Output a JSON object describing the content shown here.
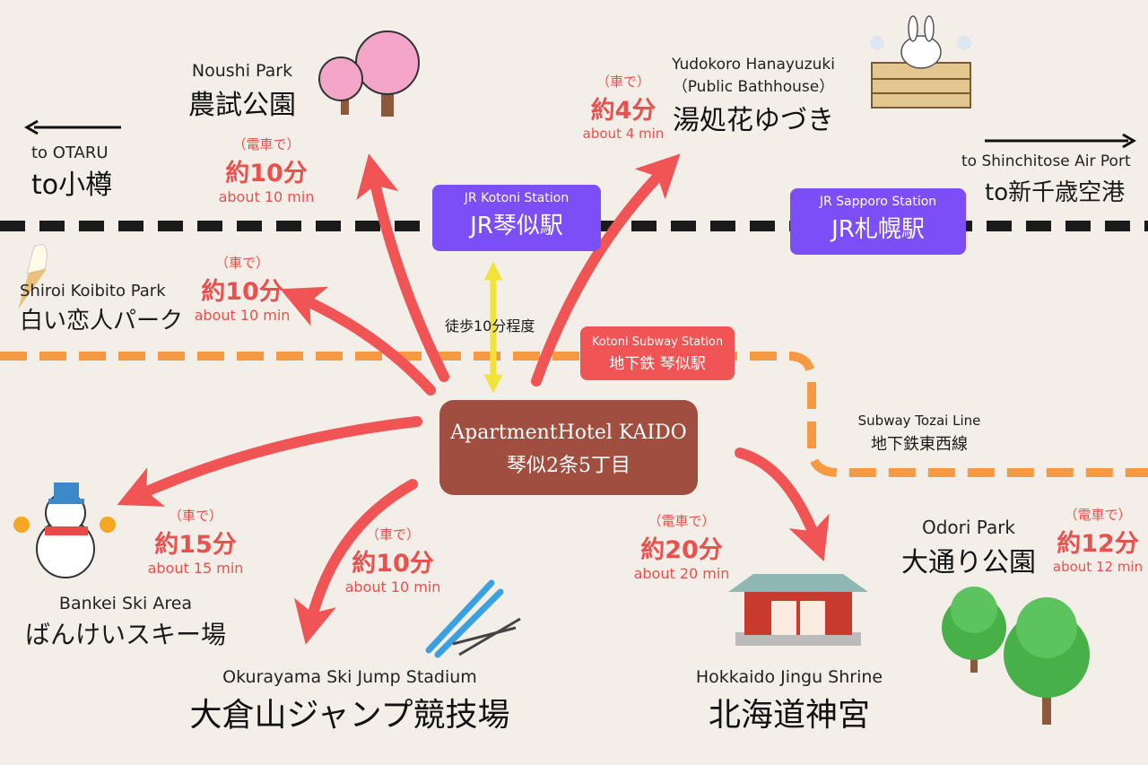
{
  "colors": {
    "background": "#f3efe8",
    "arrow": "#f05454",
    "jr_line": "#1a1a1a",
    "subway_line": "#f59a43",
    "station_badge": "#7b4ff5",
    "hotel_badge": "#a04e3f",
    "walk_arrow": "#f2e33a"
  },
  "hotel": {
    "name": "ApartmentHotel KAIDO",
    "address": "琴似2条5丁目"
  },
  "jr_kotoni": {
    "en": "JR Kotoni Station",
    "jp": "JR琴似駅"
  },
  "jr_sapporo": {
    "en": "JR Sapporo Station",
    "jp": "JR札幌駅"
  },
  "subway_kotoni": {
    "en": "Kotoni Subway Station",
    "jp": "地下鉄 琴似駅"
  },
  "walk_time": "徒歩10分程度",
  "tozai": {
    "en": "Subway Tozai Line",
    "jp": "地下鉄東西線"
  },
  "otaru": {
    "en": "to OTARU",
    "jp": "to小樽"
  },
  "chitose": {
    "en": "to Shinchitose Air Port",
    "jp": "to新千歳空港"
  },
  "noushi": {
    "en": "Noushi Park",
    "jp": "農試公園",
    "mode": "（電車で）",
    "time": "約10分",
    "time_en": "about 10 min"
  },
  "yudokoro": {
    "en1": "Yudokoro Hanayuzuki",
    "en2": "（Public Bathhouse）",
    "jp": "湯処花ゆづき",
    "mode": "（車で）",
    "time": "約4分",
    "time_en": "about 4 min"
  },
  "shiroi": {
    "en": "Shiroi Koibito Park",
    "jp": "白い恋人パーク",
    "mode": "（車で）",
    "time": "約10分",
    "time_en": "about 10 min"
  },
  "bankei": {
    "en": "Bankei Ski Area",
    "jp": "ばんけいスキー場",
    "mode": "（車で）",
    "time": "約15分",
    "time_en": "about 15 min"
  },
  "okurayama": {
    "en": "Okurayama Ski Jump Stadium",
    "jp": "大倉山ジャンプ競技場",
    "mode": "（車で）",
    "time": "約10分",
    "time_en": "about 10 min"
  },
  "jingu": {
    "en": "Hokkaido Jingu Shrine",
    "jp": "北海道神宮",
    "mode": "（電車で）",
    "time": "約20分",
    "time_en": "about 20 min"
  },
  "odori": {
    "en": "Odori Park",
    "jp": "大通り公園",
    "mode": "（電車で）",
    "time": "約12分",
    "time_en": "about 12 min"
  }
}
